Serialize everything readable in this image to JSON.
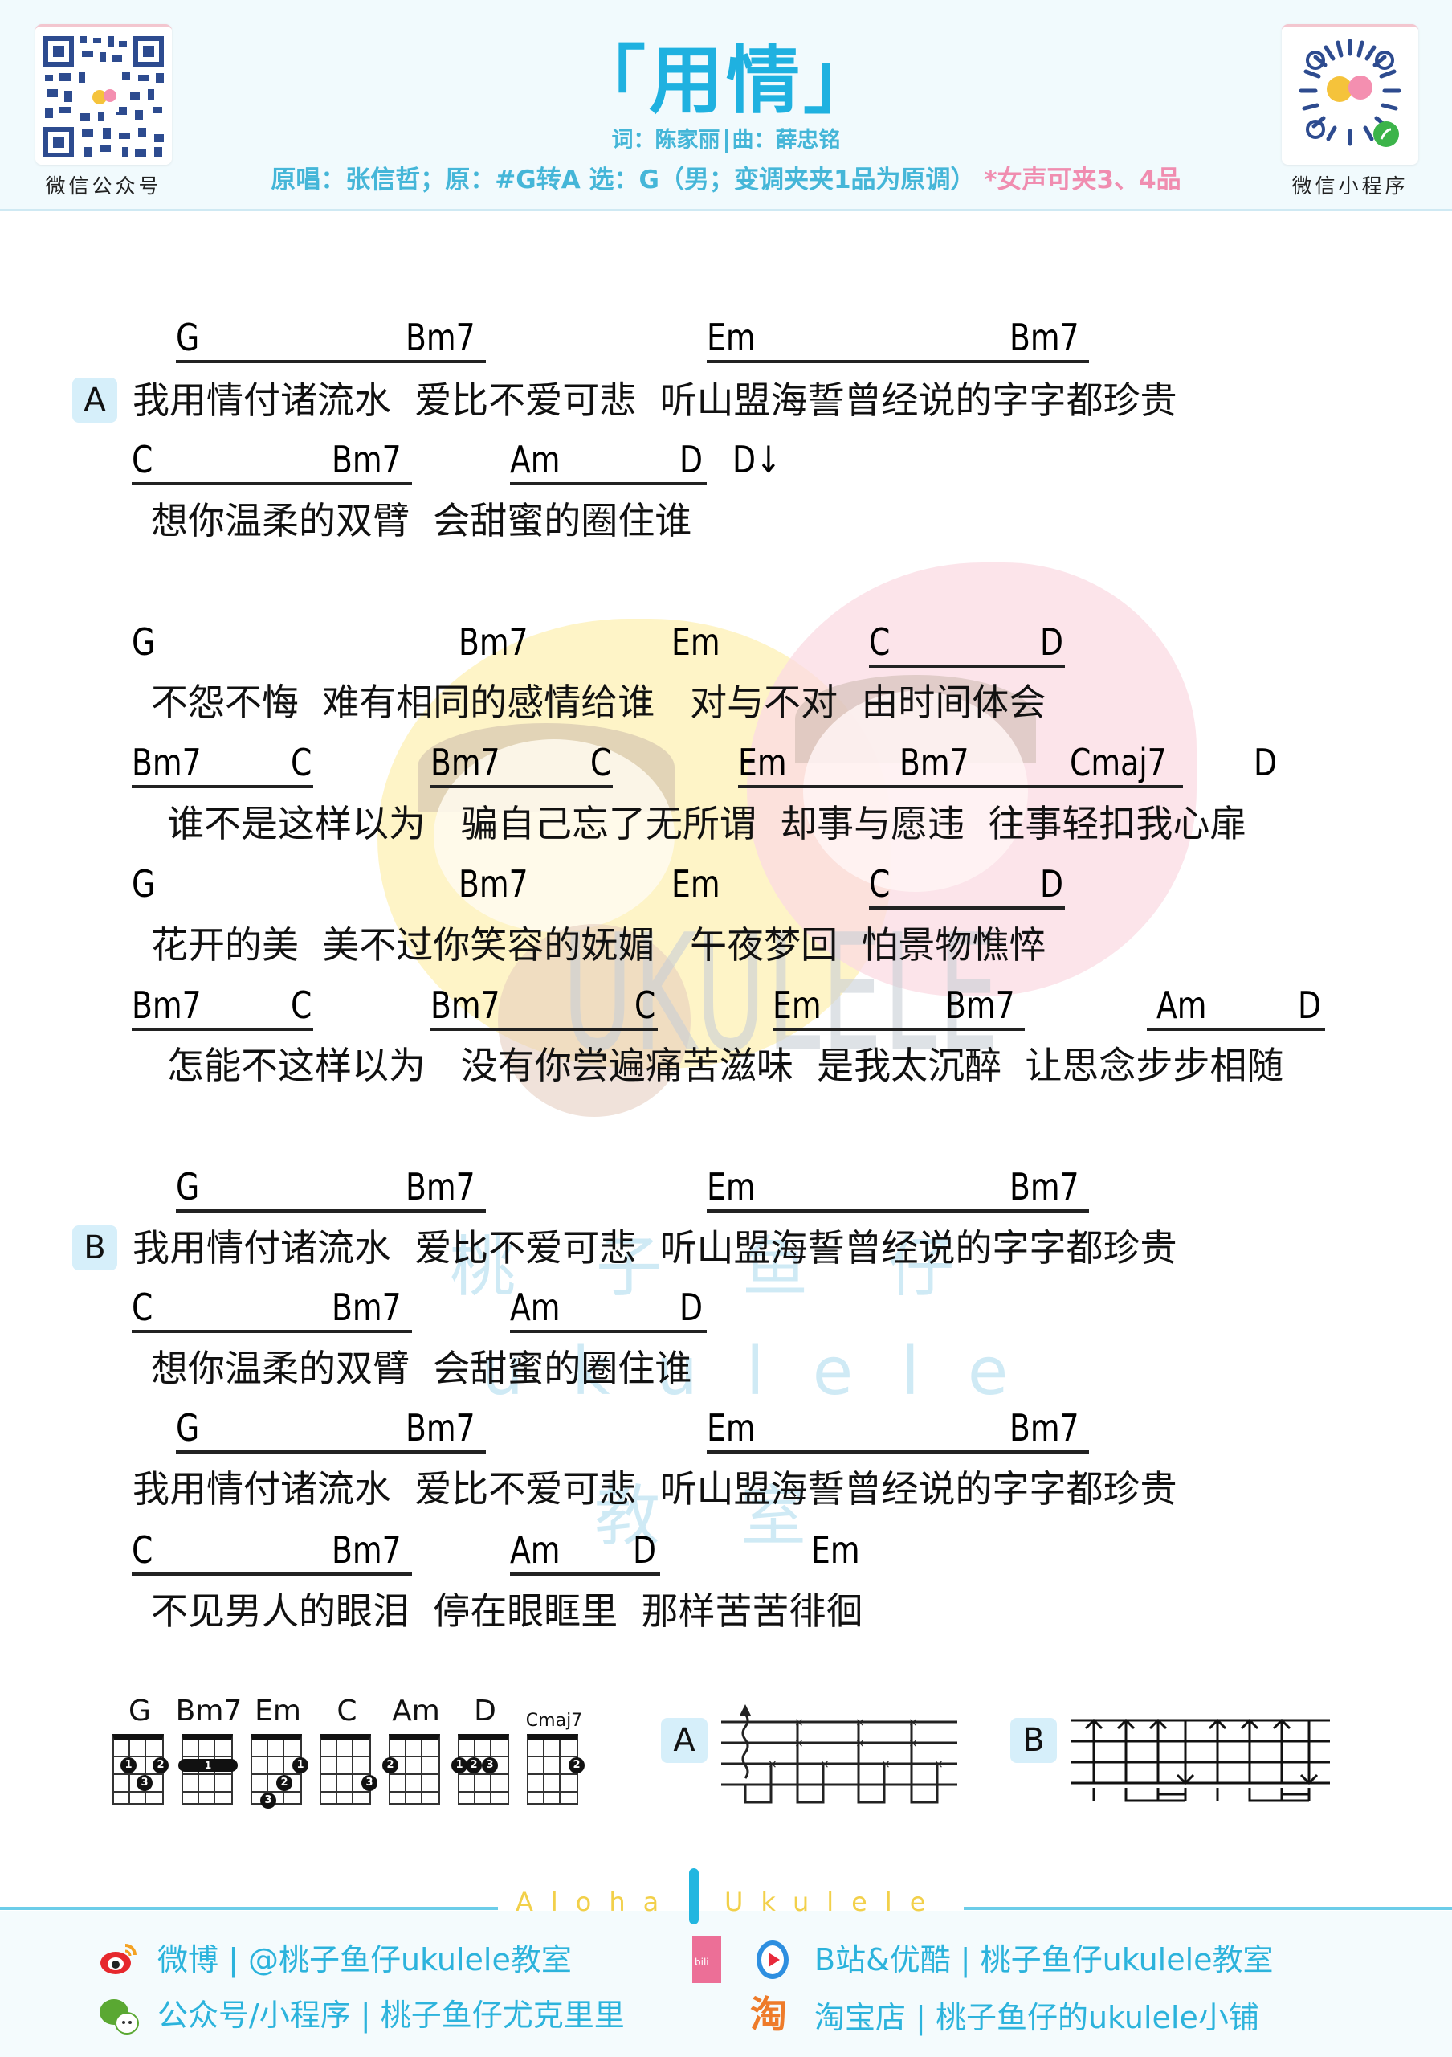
{
  "header": {
    "title": "「用情」",
    "lyricist_label": "词：陈家丽",
    "composer_label": "曲：薛忠铭",
    "key_info": "原唱：张信哲；原：#G转A  选：G（男；变调夹夹1品为原调）",
    "key_note": "*女声可夹3、4品",
    "qr_left_label": "微信公众号",
    "qr_right_label": "微信小程序"
  },
  "watermark": {
    "text_en": "UKULELE",
    "text_cn_1": "桃子鱼仔",
    "text_en_2": "ukulele",
    "text_cn_2": "教室"
  },
  "sections": [
    {
      "label": "A",
      "lines": [
        {
          "chords": [
            "G",
            "Bm7",
            "Em",
            "Bm7"
          ],
          "lyric": "我用情付诸流水  爱比不爱可悲  听山盟海誓曾经说的字字都珍贵"
        },
        {
          "chords": [
            "C",
            "Bm7",
            "Am",
            "D",
            "D↓"
          ],
          "lyric": "想你温柔的双臂  会甜蜜的圈住谁"
        },
        {
          "chords": [
            "G",
            "Bm7",
            "Em",
            "C",
            "D"
          ],
          "lyric": "不怨不悔  难有相同的感情给谁   对与不对  由时间体会"
        },
        {
          "chords": [
            "Bm7",
            "C",
            "Bm7",
            "C",
            "Em",
            "Bm7",
            "Cmaj7",
            "D"
          ],
          "lyric": "谁不是这样以为   骗自己忘了无所谓  却事与愿违  往事轻扣我心扉"
        },
        {
          "chords": [
            "G",
            "Bm7",
            "Em",
            "C",
            "D"
          ],
          "lyric": "花开的美  美不过你笑容的妩媚   午夜梦回  怕景物憔悴"
        },
        {
          "chords": [
            "Bm7",
            "C",
            "Bm7",
            "C",
            "Em",
            "Bm7",
            "Am",
            "D"
          ],
          "lyric": "怎能不这样以为   没有你尝遍痛苦滋味  是我太沉醉  让思念步步相随"
        }
      ]
    },
    {
      "label": "B",
      "lines": [
        {
          "chords": [
            "G",
            "Bm7",
            "Em",
            "Bm7"
          ],
          "lyric": "我用情付诸流水  爱比不爱可悲  听山盟海誓曾经说的字字都珍贵"
        },
        {
          "chords": [
            "C",
            "Bm7",
            "Am",
            "D"
          ],
          "lyric": "想你温柔的双臂  会甜蜜的圈住谁"
        },
        {
          "chords": [
            "G",
            "Bm7",
            "Em",
            "Bm7"
          ],
          "lyric": "我用情付诸流水  爱比不爱可悲  听山盟海誓曾经说的字字都珍贵"
        },
        {
          "chords": [
            "C",
            "Bm7",
            "Am",
            "D",
            "Em"
          ],
          "lyric": "不见男人的眼泪  停在眼眶里  那样苦苦徘徊"
        }
      ]
    }
  ],
  "chord_diagrams": [
    {
      "name": "G",
      "fingers": [
        {
          "string": 2,
          "fret": 2,
          "finger": "1"
        },
        {
          "string": 4,
          "fret": 2,
          "finger": "2"
        },
        {
          "string": 3,
          "fret": 3,
          "finger": "3"
        }
      ]
    },
    {
      "name": "Bm7",
      "barre": {
        "fret": 2,
        "finger": "1"
      }
    },
    {
      "name": "Em",
      "fingers": [
        {
          "string": 4,
          "fret": 2,
          "finger": "1"
        },
        {
          "string": 3,
          "fret": 3,
          "finger": "2"
        },
        {
          "string": 2,
          "fret": 4,
          "finger": "3"
        }
      ]
    },
    {
      "name": "C",
      "fingers": [
        {
          "string": 4,
          "fret": 3,
          "finger": "3"
        }
      ]
    },
    {
      "name": "Am",
      "fingers": [
        {
          "string": 1,
          "fret": 2,
          "finger": "2"
        }
      ]
    },
    {
      "name": "D",
      "fingers": [
        {
          "string": 1,
          "fret": 2,
          "finger": "1"
        },
        {
          "string": 2,
          "fret": 2,
          "finger": "2"
        },
        {
          "string": 3,
          "fret": 2,
          "finger": "3"
        }
      ]
    },
    {
      "name": "Cmaj7",
      "fingers": [
        {
          "string": 4,
          "fret": 2,
          "finger": "2"
        }
      ]
    }
  ],
  "strum_patterns": [
    {
      "label": "A",
      "type": "fingerpicking-with-roll"
    },
    {
      "label": "B",
      "type": "strumming"
    }
  ],
  "footer": {
    "brand": "Aloha Ukulele",
    "brand_left": "Aloha",
    "brand_right": "Ukulele",
    "items": [
      {
        "icon": "weibo-icon",
        "text": "微博 | @桃子鱼仔ukulele教室"
      },
      {
        "icon": "bilibili-youku-icon",
        "text": "B站&优酷 | 桃子鱼仔ukulele教室"
      },
      {
        "icon": "wechat-icon",
        "text": "公众号/小程序 | 桃子鱼仔尤克里里"
      },
      {
        "icon": "taobao-icon",
        "text": "淘宝店 | 桃子鱼仔的ukulele小铺"
      }
    ],
    "colors": {
      "text": "#2cb3dc",
      "accent_yellow": "#f2d04a",
      "line": "#6ccde9"
    }
  },
  "colors": {
    "title": "#1fb1e0",
    "credits": "#45b6d8",
    "note_pink": "#f08db0",
    "badge_bg": "#d6effa",
    "header_bg": "#f1fafd"
  }
}
